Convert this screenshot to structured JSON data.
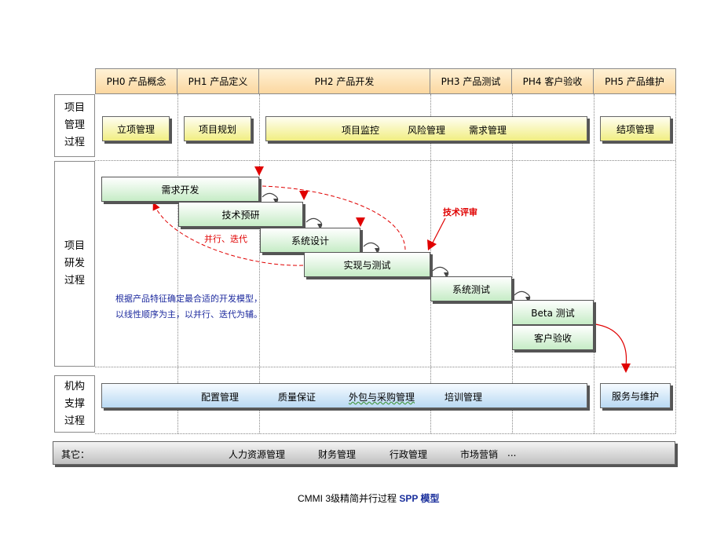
{
  "phases": [
    "PH0 产品概念",
    "PH1 产品定义",
    "PH2 产品开发",
    "PH3 产品测试",
    "PH4 客户验收",
    "PH5 产品维护"
  ],
  "rows": {
    "management": [
      "项目",
      "管理",
      "过程"
    ],
    "development": [
      "项目",
      "研发",
      "过程"
    ],
    "support": [
      "机构",
      "支撑",
      "过程"
    ]
  },
  "management_boxes": {
    "initiation": "立项管理",
    "planning": "项目规划",
    "monitoring": "项目监控",
    "risk": "风险管理",
    "requirements": "需求管理",
    "closure": "结项管理"
  },
  "dev_tasks": {
    "requirements_dev": "需求开发",
    "tech_research": "技术预研",
    "system_design": "系统设计",
    "implementation": "实现与测试",
    "system_test": "系统测试",
    "beta_test": "Beta 测试",
    "acceptance": "客户验收"
  },
  "annotations": {
    "tech_review": "技术评审",
    "parallel_iterate": "并行、迭代",
    "note_line1": "根据产品特征确定最合适的开发模型，",
    "note_line2": "以线性顺序为主，以并行、迭代为辅。"
  },
  "support_boxes": {
    "config": "配置管理",
    "qa": "质量保证",
    "outsourcing": "外包与采购管理",
    "training": "培训管理",
    "service": "服务与维护"
  },
  "other": {
    "label": "其它：",
    "hr": "人力资源管理",
    "finance": "财务管理",
    "admin": "行政管理",
    "marketing": "市场营销",
    "ellipsis": "..."
  },
  "caption": {
    "prefix": "CMMI 3级精简并行过程 ",
    "emphasis": "SPP 模型"
  },
  "colors": {
    "red_accent": "#e00000",
    "note_blue": "#1d2a9e",
    "caption_emphasis": "#1a2f9c"
  }
}
